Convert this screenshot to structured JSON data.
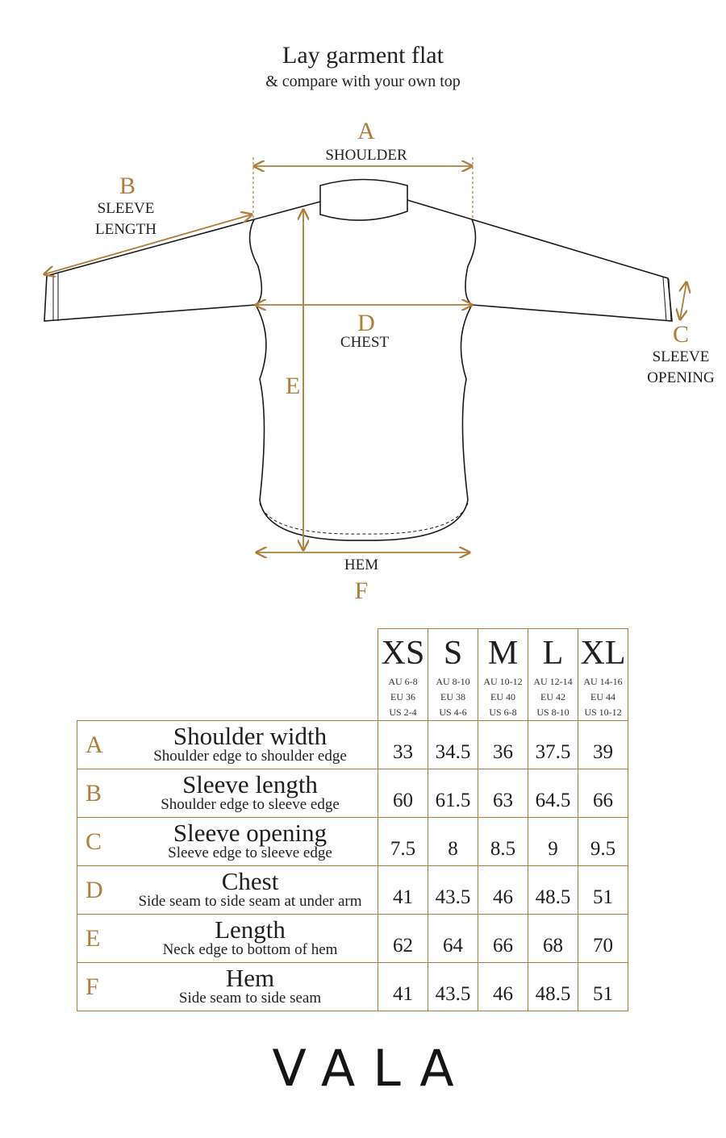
{
  "header": {
    "title": "Lay garment flat",
    "subtitle": "& compare with your own top"
  },
  "diagram": {
    "labels": {
      "A": {
        "letter": "A",
        "word": "SHOULDER"
      },
      "B": {
        "letter": "B",
        "word1": "SLEEVE",
        "word2": "LENGTH"
      },
      "C": {
        "letter": "C",
        "word1": "SLEEVE",
        "word2": "OPENING"
      },
      "D": {
        "letter": "D",
        "word": "CHEST"
      },
      "E": {
        "letter": "E"
      },
      "F": {
        "letter": "F",
        "word": "HEM"
      }
    },
    "colors": {
      "accent": "#b07d3a",
      "outline": "#1a1a1a"
    }
  },
  "table": {
    "sizes": [
      {
        "name": "XS",
        "au": "AU 6-8",
        "eu": "EU 36",
        "us": "US 2-4"
      },
      {
        "name": "S",
        "au": "AU 8-10",
        "eu": "EU 38",
        "us": "US 4-6"
      },
      {
        "name": "M",
        "au": "AU 10-12",
        "eu": "EU 40",
        "us": "US 6-8"
      },
      {
        "name": "L",
        "au": "AU 12-14",
        "eu": "EU 42",
        "us": "US 8-10"
      },
      {
        "name": "XL",
        "au": "AU 14-16",
        "eu": "EU 44",
        "us": "US 10-12"
      }
    ],
    "rows": [
      {
        "letter": "A",
        "name": "Shoulder width",
        "sub": "Shoulder edge to shoulder edge",
        "values": [
          "33",
          "34.5",
          "36",
          "37.5",
          "39"
        ]
      },
      {
        "letter": "B",
        "name": "Sleeve length",
        "sub": "Shoulder edge to sleeve edge",
        "values": [
          "60",
          "61.5",
          "63",
          "64.5",
          "66"
        ]
      },
      {
        "letter": "C",
        "name": "Sleeve opening",
        "sub": "Sleeve edge to sleeve edge",
        "values": [
          "7.5",
          "8",
          "8.5",
          "9",
          "9.5"
        ]
      },
      {
        "letter": "D",
        "name": "Chest",
        "sub": "Side seam to side seam at under arm",
        "values": [
          "41",
          "43.5",
          "46",
          "48.5",
          "51"
        ]
      },
      {
        "letter": "E",
        "name": "Length",
        "sub": "Neck edge to bottom of hem",
        "values": [
          "62",
          "64",
          "66",
          "68",
          "70"
        ]
      },
      {
        "letter": "F",
        "name": "Hem",
        "sub": "Side seam to side seam",
        "values": [
          "41",
          "43.5",
          "46",
          "48.5",
          "51"
        ]
      }
    ]
  },
  "brand": {
    "logo": "VALA"
  }
}
